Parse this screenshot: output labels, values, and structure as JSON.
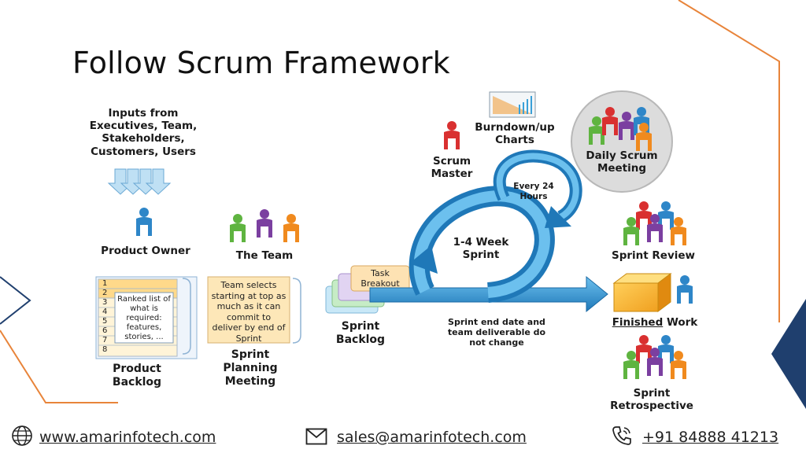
{
  "title": "Follow Scrum Framework",
  "colors": {
    "accent_orange": "#e8843a",
    "navy": "#1f3f6e",
    "cycle_blue": "#2b8ccc"
  },
  "diagram": {
    "inputs": "Inputs from Executives, Team, Stakeholders, Customers, Users",
    "product_owner": "Product Owner",
    "product_backlog": {
      "label": "Product Backlog",
      "rows": [
        "1",
        "2",
        "3",
        "4",
        "5",
        "6",
        "7",
        "8"
      ],
      "note": "Ranked list of what is required: features, stories, ..."
    },
    "the_team": "The Team",
    "sprint_planning": {
      "note": "Team selects starting at top as much as it can commit to deliver by end of Sprint",
      "label": "Sprint Planning Meeting"
    },
    "sprint_backlog": {
      "label": "Sprint Backlog",
      "card": "Task Breakout"
    },
    "scrum_master": "Scrum Master",
    "burndown": "Burndown/up Charts",
    "daily_scrum": "Daily Scrum Meeting",
    "every_24": "Every 24 Hours",
    "sprint_length": "1-4 Week Sprint",
    "sprint_rule": "Sprint end date and team deliverable do not change",
    "sprint_review": "Sprint Review",
    "finished_work": {
      "underlined": "Finished",
      "rest": " Work"
    },
    "sprint_retro": "Sprint Retrospective"
  },
  "footer": {
    "website": "www.amarinfotech.com",
    "email": "sales@amarinfotech.com",
    "phone": "+91 84888 41213",
    "icons": [
      "globe-icon",
      "mail-icon",
      "phone-icon"
    ]
  }
}
